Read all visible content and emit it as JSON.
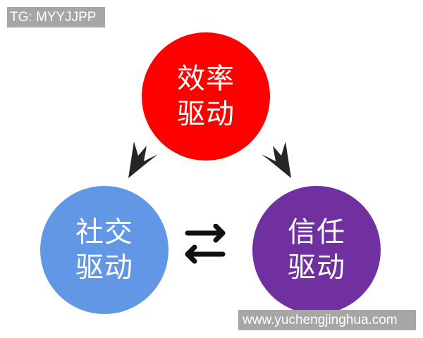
{
  "watermarks": {
    "top_left": "TG: MYYJJPP",
    "bottom_right": "www.yuchengjinghua.com"
  },
  "nodes": [
    {
      "id": "efficiency",
      "line1": "效率",
      "line2": "驱动",
      "color": "#fe0000"
    },
    {
      "id": "social",
      "line1": "社交",
      "line2": "驱动",
      "color": "#6197e4"
    },
    {
      "id": "trust",
      "line1": "信任",
      "line2": "驱动",
      "color": "#7030a0"
    }
  ],
  "edges": [
    {
      "from": "efficiency",
      "to": "social",
      "style": "bold-arrow"
    },
    {
      "from": "efficiency",
      "to": "trust",
      "style": "bold-arrow"
    },
    {
      "from": "social",
      "to": "trust",
      "style": "bidirectional-exchange"
    }
  ],
  "colors": {
    "arrow": "#262626",
    "watermark_bg": "#a6a6a6",
    "watermark_text": "#ffffff"
  }
}
